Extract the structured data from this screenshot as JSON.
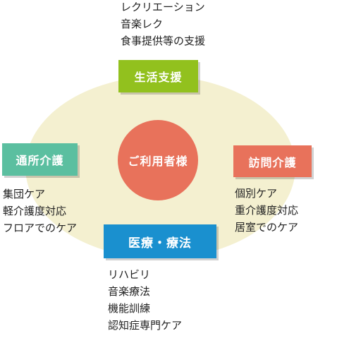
{
  "colors": {
    "ellipse": "#f4f0d0",
    "center": "#e8725b",
    "top": "#92c11e",
    "left": "#5bbfa0",
    "right": "#e8725b",
    "bottom": "#1a90cf"
  },
  "center_label": "ご利用者様",
  "top": {
    "label": "生活支援",
    "items": [
      "レクリエーション",
      "音楽レク",
      "食事提供等の支援"
    ]
  },
  "left": {
    "label": "通所介護",
    "items": [
      "集団ケア",
      "軽介護度対応",
      "フロアでのケア"
    ]
  },
  "right": {
    "label": "訪問介護",
    "items": [
      "個別ケア",
      "重介護度対応",
      "居室でのケア"
    ]
  },
  "bottom": {
    "label": "医療・療法",
    "items": [
      "リハビリ",
      "音楽療法",
      "機能訓練",
      "認知症専門ケア"
    ]
  }
}
